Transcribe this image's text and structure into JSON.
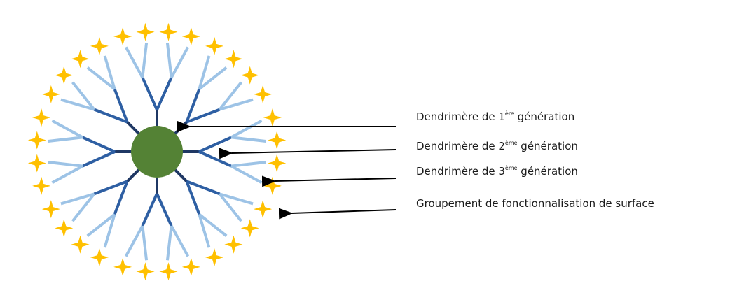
{
  "labels": [
    {
      "prefix": "Dendrimère de 1",
      "sup": "ère",
      "suffix": " génération"
    },
    {
      "prefix": "Dendrimère de 2",
      "sup": "ème",
      "suffix": " génération"
    },
    {
      "prefix": "Dendrimère de 3",
      "sup": "ème",
      "suffix": " génération"
    },
    {
      "prefix": "Groupement de fonctionnalisation de surface",
      "sup": "",
      "suffix": ""
    }
  ],
  "colors": {
    "core": "#548235",
    "generation_1": "#1f3864",
    "generation_2": "#2e5fa3",
    "generation_3": "#9dc3e6",
    "surface_group": "#ffc000",
    "arrow": "#000000"
  },
  "structure": {
    "core_branches": 8,
    "branching": 2,
    "generations": 3,
    "icons": {
      "core": "circle",
      "surface_group": "four-point-star-icon"
    }
  }
}
